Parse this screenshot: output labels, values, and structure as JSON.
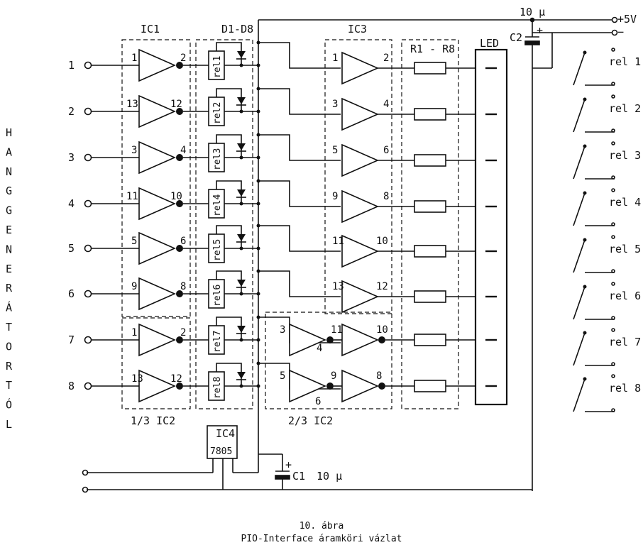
{
  "side_text": [
    "H",
    "A",
    "N",
    "G",
    "G",
    "E",
    "N",
    "E",
    "R",
    "Á",
    "T",
    "O",
    "R",
    "T",
    "Ó",
    "L"
  ],
  "input_labels": [
    "1",
    "2",
    "3",
    "4",
    "5",
    "6",
    "7",
    "8"
  ],
  "ic1_label": "IC1",
  "diodes_label": "D1-D8",
  "ic3_label": "IC3",
  "resistors_label": "R1 - R8",
  "led_label": "LED",
  "cap_top_value": "10 µ",
  "c2_label": "C2",
  "plus_5v": "+5V",
  "minus": "−",
  "relay_coils": [
    "rel1",
    "rel2",
    "rel3",
    "rel4",
    "rel5",
    "rel6",
    "rel7",
    "rel8"
  ],
  "relay_outputs": [
    "rel 1",
    "rel 2",
    "rel 3",
    "rel 4",
    "rel 5",
    "rel 6",
    "rel 7",
    "rel 8"
  ],
  "ic1_pins": [
    [
      "1",
      "2"
    ],
    [
      "13",
      "12"
    ],
    [
      "3",
      "4"
    ],
    [
      "11",
      "10"
    ],
    [
      "5",
      "6"
    ],
    [
      "9",
      "8"
    ]
  ],
  "ic2a_pins": [
    [
      "1",
      "2"
    ],
    [
      "13",
      "12"
    ]
  ],
  "ic3_pins": [
    [
      "1",
      "2"
    ],
    [
      "3",
      "4"
    ],
    [
      "5",
      "6"
    ],
    [
      "9",
      "8"
    ],
    [
      "11",
      "10"
    ],
    [
      "13",
      "12"
    ]
  ],
  "ic2b_pins": [
    [
      "3",
      "4",
      "11",
      "10"
    ],
    [
      "5",
      "6",
      "9",
      "8"
    ]
  ],
  "ic2a_label": "1/3 IC2",
  "ic2b_label": "2/3 IC2",
  "ic4_label": "IC4",
  "regulator_label": "7805",
  "c1_label": "C1",
  "c1_value": "10 µ",
  "caption_line1": "10. ábra",
  "caption_line2": "PIO-Interface  áramköri vázlat"
}
